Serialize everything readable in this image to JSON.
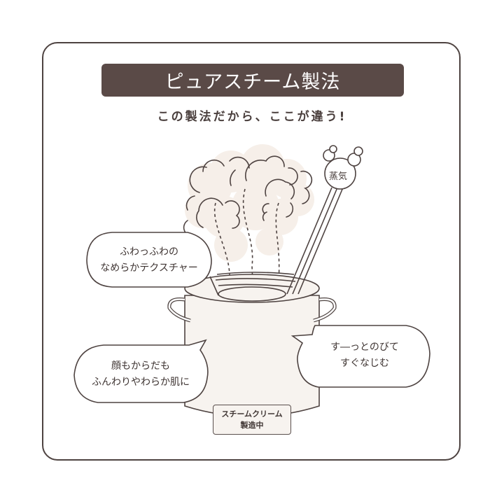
{
  "header": {
    "title": "ピュアスチーム製法",
    "subtitle": "この製法だから、ここが違う!"
  },
  "illustration": {
    "steam_label": "蒸気",
    "pot_label_line1": "スチームクリーム",
    "pot_label_line2": "製造中"
  },
  "bubbles": [
    {
      "line1": "ふわっふわの",
      "line2": "なめらかテクスチャー"
    },
    {
      "line1": "顔もからだも",
      "line2": "ふんわりやわらか肌に"
    },
    {
      "line1": "す―っとのびて",
      "line2": "すぐなじむ"
    }
  ],
  "colors": {
    "title_bg": "#5a4a47",
    "line": "#4e4341",
    "pot_fill": "#f7f3ef",
    "steam_fill": "#f6efe9"
  }
}
